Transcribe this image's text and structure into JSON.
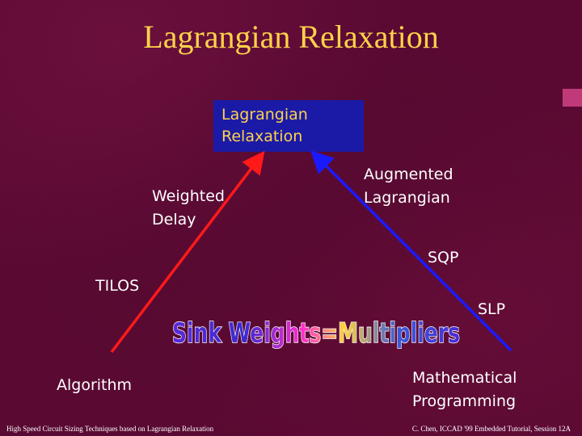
{
  "slide": {
    "title": "Lagrangian Relaxation",
    "box_line1": "Lagrangian",
    "box_line2": "Relaxation",
    "left_side": {
      "mid_line1": "Weighted",
      "mid_line2": "Delay",
      "tilos": "TILOS",
      "bottom": "Algorithm"
    },
    "right_side": {
      "mid_line1": "Augmented",
      "mid_line2": "Lagrangian",
      "sqp": "SQP",
      "slp": "SLP",
      "bottom_line1": "Mathematical",
      "bottom_line2": "Programming"
    },
    "wordart": "Sink Weights=Multipliers",
    "footer_left": "High Speed Circuit Sizing Techniques based on Lagrangian Relaxation",
    "footer_right": "C. Chen, ICCAD '99 Embedded Tutorial, Session 12A"
  },
  "colors": {
    "background": "#5a0a32",
    "title": "#ffd24a",
    "box_fill": "#1b1aa6",
    "left_arrow": "#ff1a1a",
    "right_arrow": "#1a1aff"
  }
}
